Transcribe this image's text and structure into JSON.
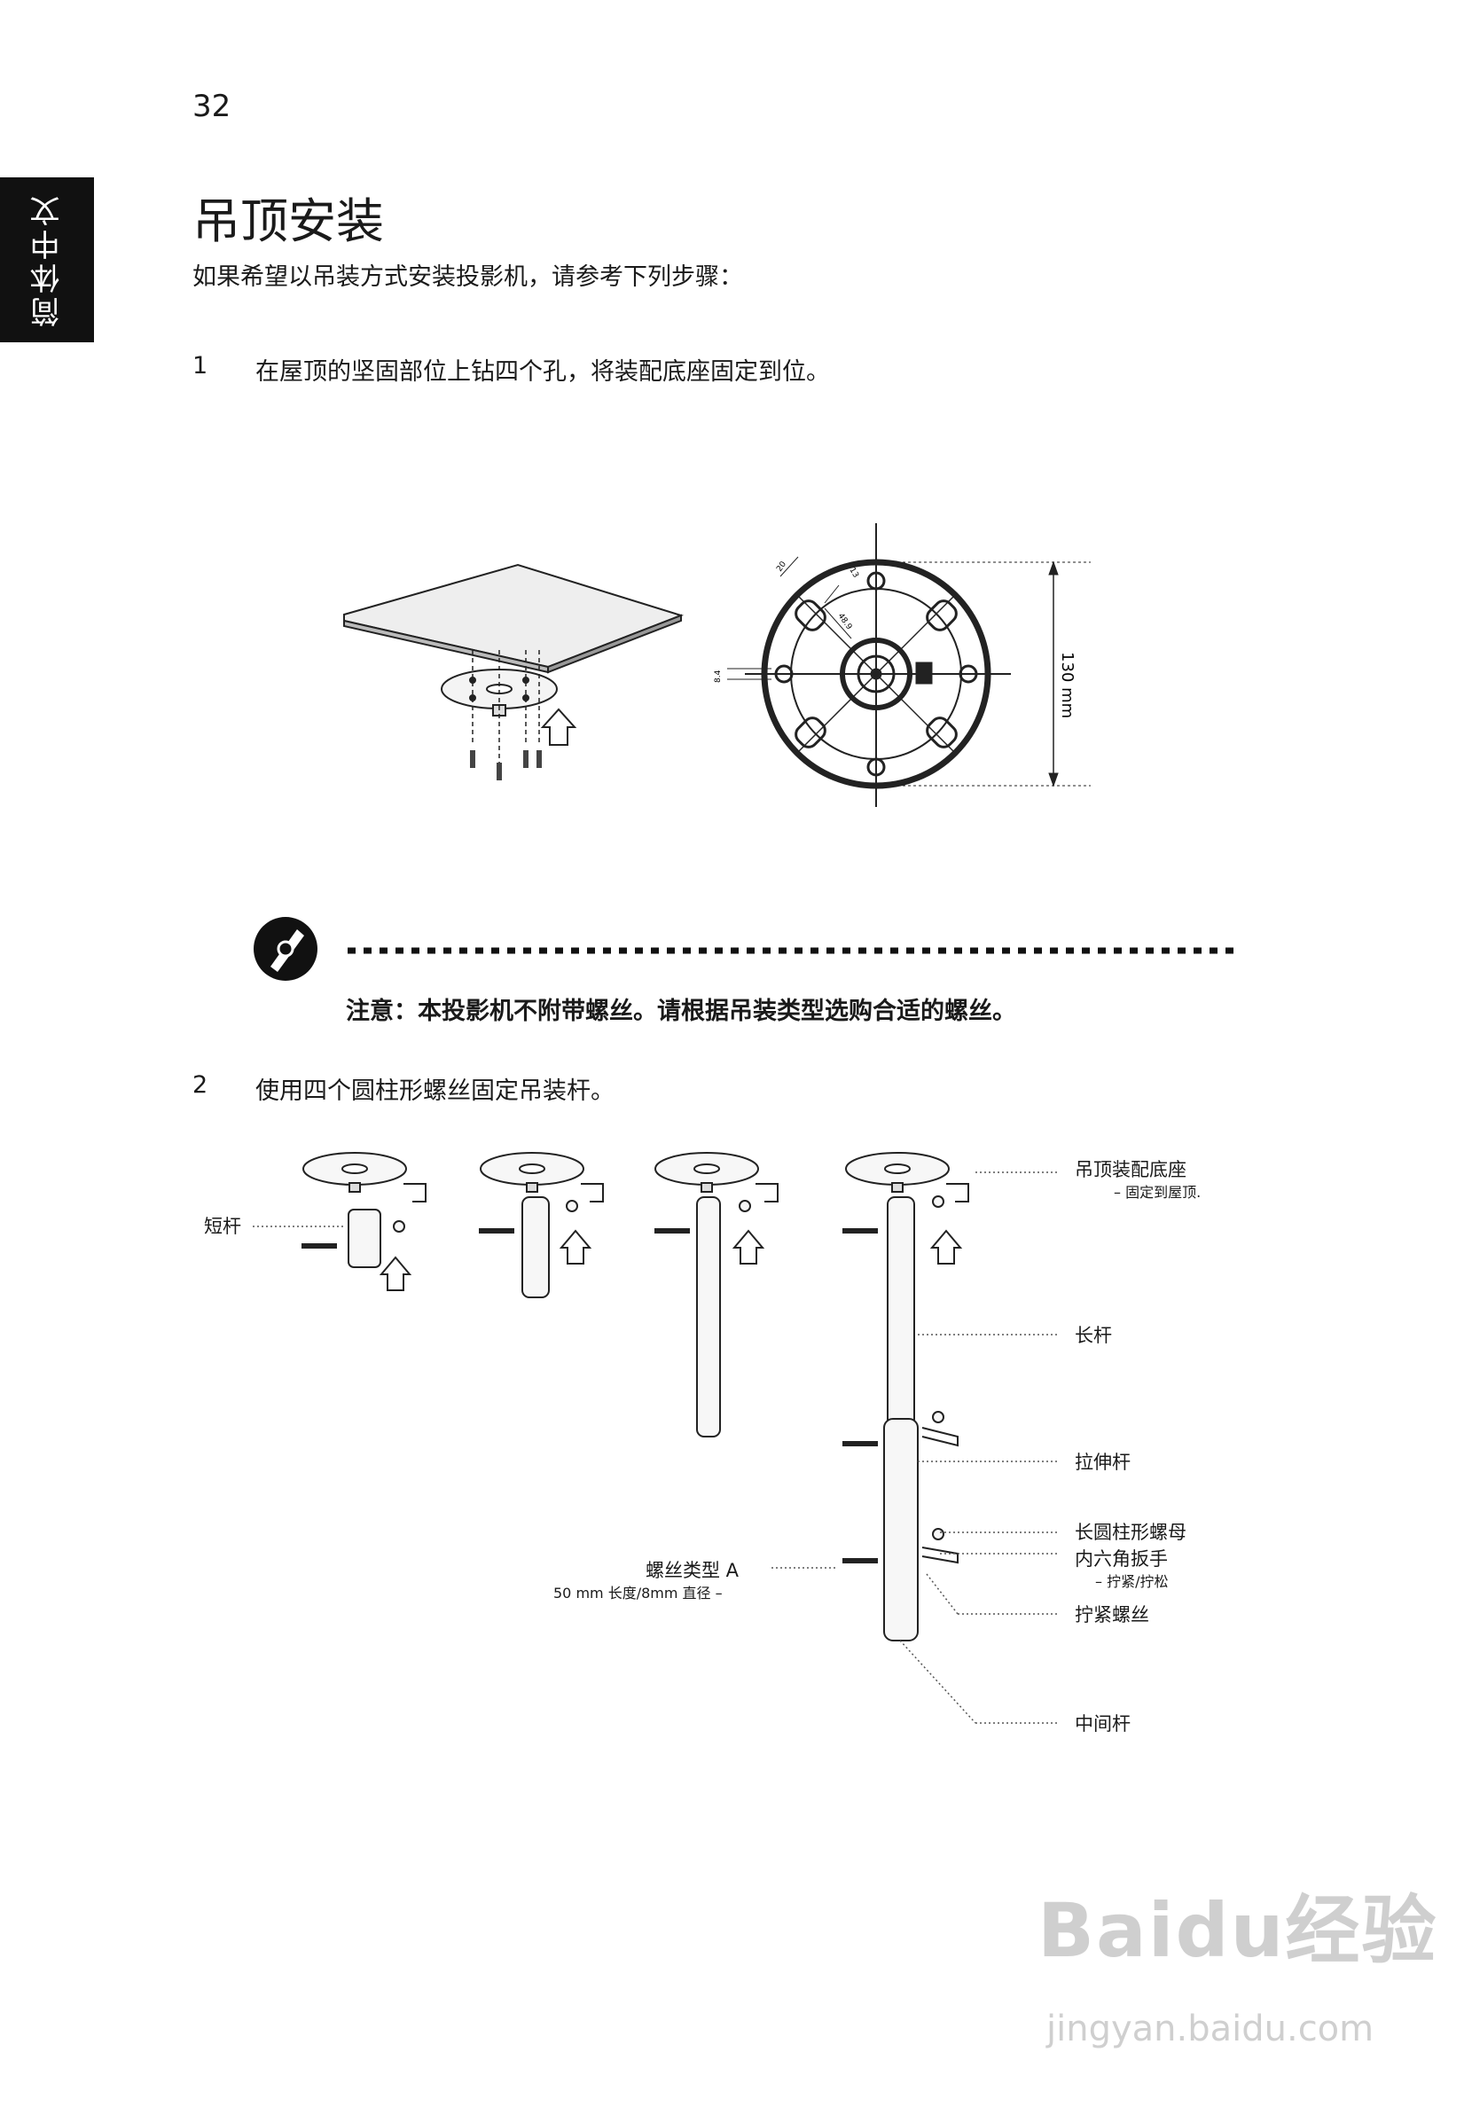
{
  "page": {
    "number": "32",
    "side_tab": "简体中文",
    "title": "吊顶安装",
    "intro": "如果希望以吊装方式安装投影机，请参考下列步骤："
  },
  "steps": [
    {
      "number": "1",
      "text": "在屋顶的坚固部位上钻四个孔，将装配底座固定到位。"
    },
    {
      "number": "2",
      "text": "使用四个圆柱形螺丝固定吊装杆。"
    }
  ],
  "diagram1": {
    "dims": {
      "d20": "20",
      "d13": "13",
      "d48": "48.9",
      "d84": "8.4",
      "height": "130 mm"
    }
  },
  "note": {
    "text": "注意：本投影机不附带螺丝。请根据吊装类型选购合适的螺丝。",
    "icon": "pen-note-icon"
  },
  "diagram2": {
    "labels": {
      "short_rod": "短杆",
      "ceiling_mount": "吊顶装配底座",
      "ceiling_mount_sub": "– 固定到屋顶.",
      "long_rod": "长杆",
      "extension_rod": "拉伸杆",
      "long_nut": "长圆柱形螺母",
      "hex_wrench": "内六角扳手",
      "hex_wrench_sub": "– 拧紧/拧松",
      "tighten_screw": "拧紧螺丝",
      "middle_rod": "中间杆",
      "screw_type": "螺丝类型 A",
      "screw_spec": "50 mm 长度/8mm 直径 –"
    }
  },
  "watermark": {
    "logo": "Baidu经验",
    "url": "jingyan.baidu.com"
  }
}
